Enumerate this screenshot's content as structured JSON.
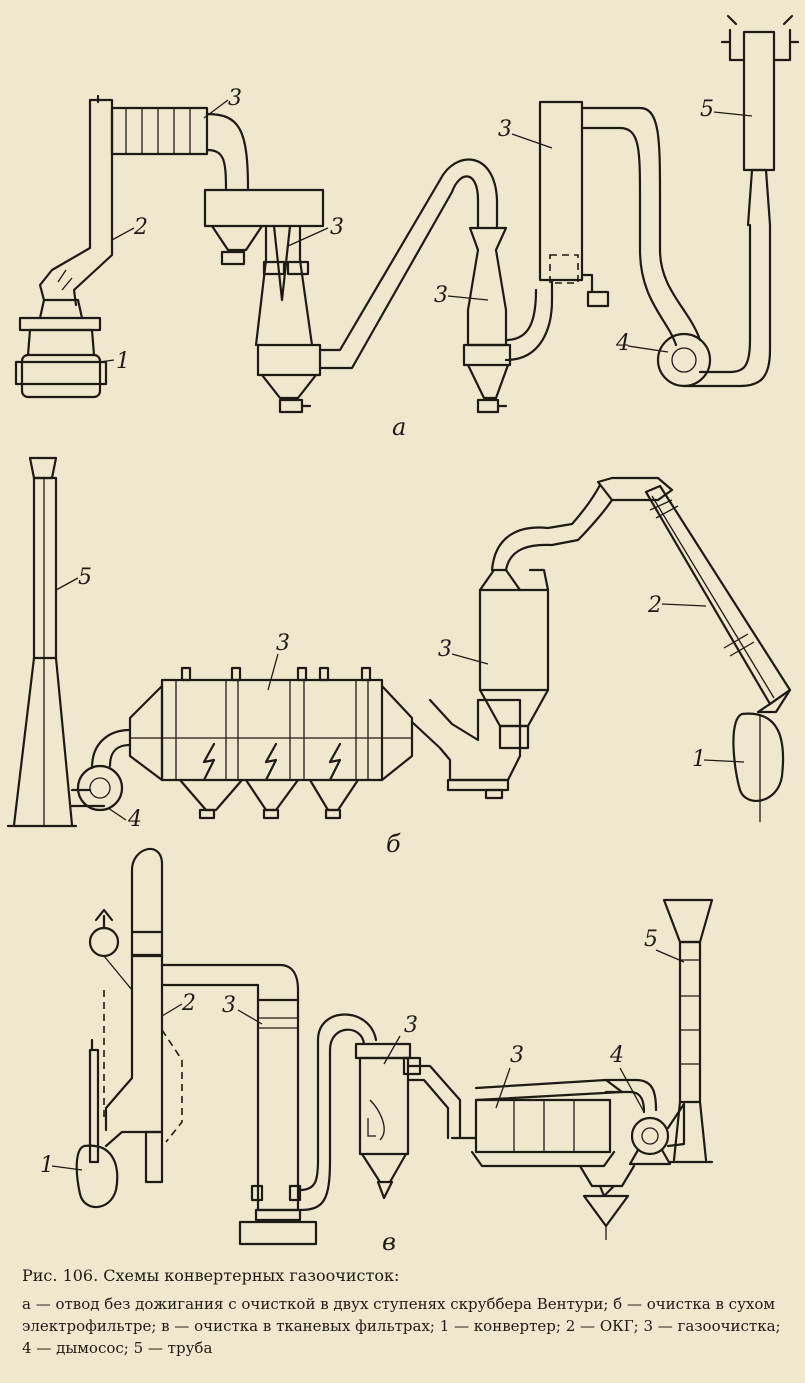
{
  "scheme_a": {
    "sublabel": "а",
    "numbers": [
      "1",
      "2",
      "3",
      "3",
      "3",
      "3",
      "4",
      "5"
    ]
  },
  "scheme_b": {
    "sublabel": "б",
    "numbers": [
      "1",
      "2",
      "3",
      "3",
      "4",
      "5"
    ]
  },
  "scheme_v": {
    "sublabel": "в",
    "numbers": [
      "1",
      "2",
      "3",
      "3",
      "3",
      "4",
      "5"
    ]
  },
  "caption": {
    "title": "Рис. 106. Схемы конвертерных газоочисток:",
    "body": "а — отвод без дожигания с очисткой в двух ступенях скруббера Вентури; б — очистка в сухом электрофильтре; в — очистка в тканевых фильтрах; 1 — конвертер; 2 — ОКГ; 3 — газоочистка; 4 — дымосос; 5 — труба"
  }
}
